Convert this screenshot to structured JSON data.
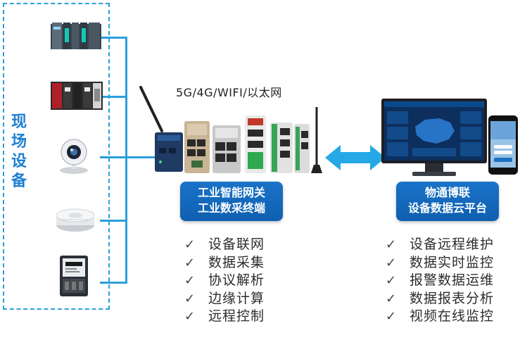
{
  "field_devices": {
    "label_chars": [
      "现",
      "场",
      "设",
      "备"
    ],
    "devices": [
      {
        "kind": "plc-rack-dark-icon"
      },
      {
        "kind": "plc-rack-red-icon"
      },
      {
        "kind": "webcam-icon"
      },
      {
        "kind": "smoke-detector-icon"
      },
      {
        "kind": "electric-meter-icon"
      }
    ]
  },
  "network": {
    "label": "5G/4G/WIFI/以太网"
  },
  "gateway": {
    "line1": "工业智能网关",
    "line2": "工业数采终端"
  },
  "cloud": {
    "line1": "物通博联",
    "line2": "设备数据云平台"
  },
  "gateway_features": [
    "设备联网",
    "数据采集",
    "协议解析",
    "边缘计算",
    "远程控制"
  ],
  "cloud_features": [
    "设备远程维护",
    "数据实时监控",
    "报警数据运维",
    "数据报表分析",
    "视频在线监控"
  ],
  "colors": {
    "frame": "#2aa0dc",
    "label": "#1f7fd1",
    "card": "#1468bd",
    "arrow": "#25a9e6"
  }
}
